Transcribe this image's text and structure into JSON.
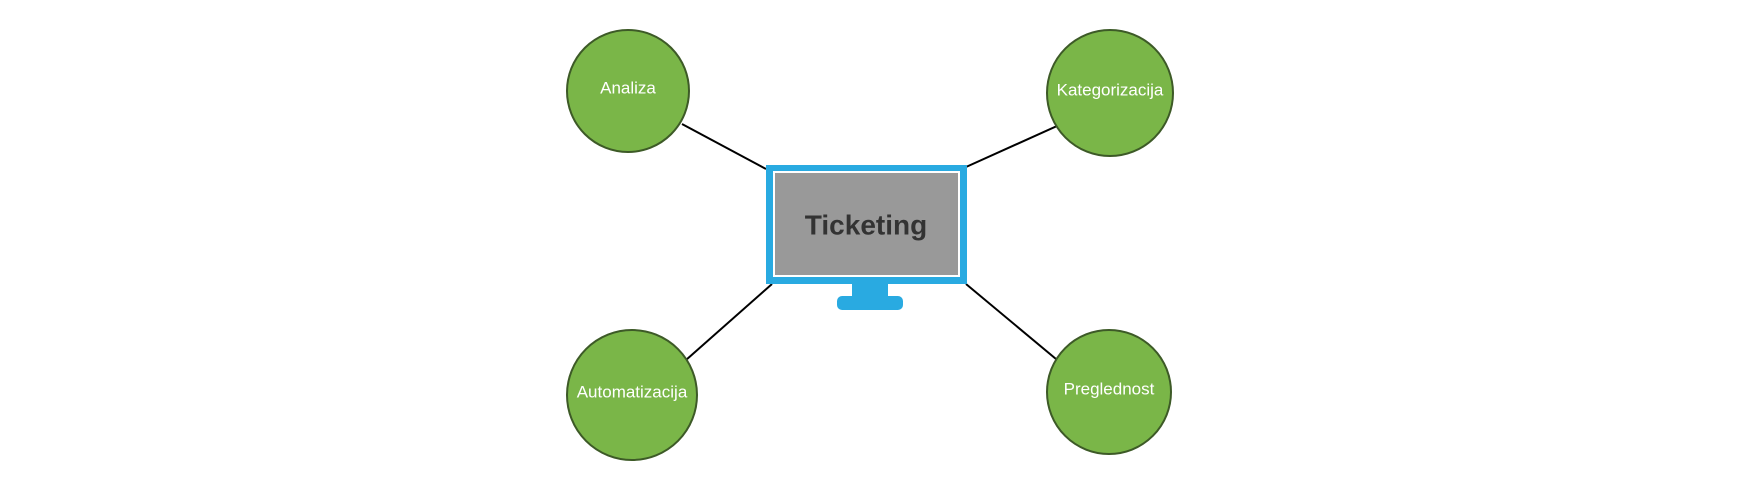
{
  "diagram": {
    "center": {
      "label": "Ticketing",
      "icon": "monitor-icon"
    },
    "nodes": [
      {
        "id": "analiza",
        "label": "Analiza"
      },
      {
        "id": "kategorizacija",
        "label": "Kategorizacija"
      },
      {
        "id": "automatizacija",
        "label": "Automatizacija"
      },
      {
        "id": "preglednost",
        "label": "Preglednost"
      }
    ]
  },
  "colors": {
    "node_fill": "#7ab648",
    "node_stroke": "#3d5a27",
    "monitor_frame": "#29aae1",
    "monitor_screen": "#999999",
    "connector": "#000000"
  }
}
